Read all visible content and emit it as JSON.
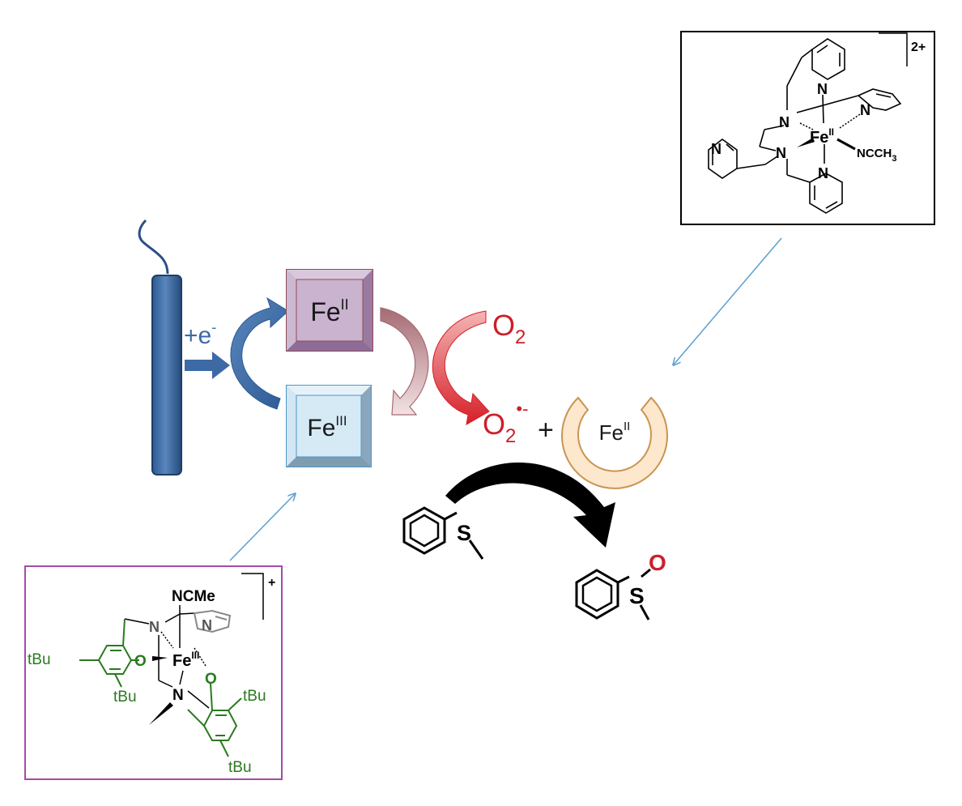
{
  "cycle": {
    "electrode_label": "+e",
    "electrode_label_sup": "-",
    "fe2_box": {
      "base": "Fe",
      "ox": "II"
    },
    "fe3_box": {
      "base": "Fe",
      "ox": "III"
    },
    "oxygen": {
      "base": "O",
      "sub": "2"
    },
    "superoxide": {
      "base": "O",
      "sub": "2",
      "sup": "•-"
    },
    "plus": "+",
    "trap": {
      "base": "Fe",
      "ox": "II"
    }
  },
  "complex_top": {
    "charge": "2+",
    "atoms": {
      "n1": "N",
      "n2": "N",
      "n3": "N",
      "n4": "N",
      "n5": "N",
      "n6": "N",
      "metal": "Fe",
      "metal_ox": "II",
      "ligand": "NCCH",
      "ligand_sub": "3"
    }
  },
  "complex_bottom": {
    "charge": "+",
    "atoms": {
      "ligand": "NCMe",
      "n_amine_top": "N",
      "n_pyridine": "N",
      "n_amine_bottom": "N",
      "o_left": "O",
      "o_right": "O",
      "metal": "Fe",
      "metal_ox": "III",
      "tbu_1": "tBu",
      "tbu_2": "tBu",
      "tbu_3": "tBu",
      "tbu_4": "tBu"
    }
  },
  "reaction": {
    "sulfide_s": "S",
    "sulfoxide_s": "S",
    "sulfoxide_o": "O"
  },
  "colors": {
    "electrode": "#3d6aa5",
    "fe2_box": "#c9b3cf",
    "fe2_border": "#8e4c54",
    "fe3_box": "#d6eaf6",
    "fe3_border": "#4f97c7",
    "oxygen_red": "#cc1f2a",
    "trap_fill": "#fde7cd",
    "trap_border": "#c99550",
    "green": "#2a7a1f",
    "purple_frame": "#a64aa6",
    "pointer_blue": "#5b9fd0"
  }
}
